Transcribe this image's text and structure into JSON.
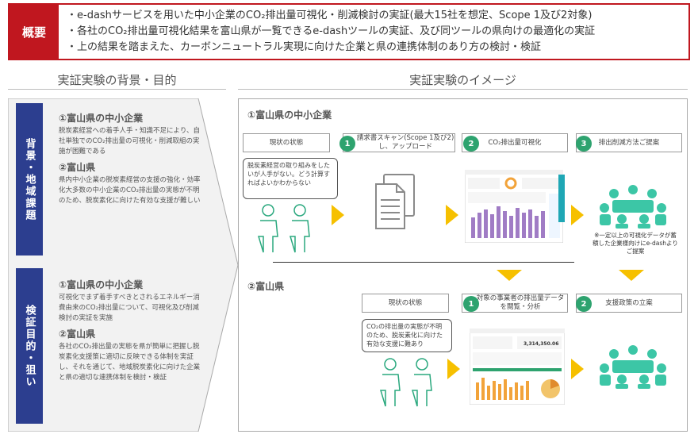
{
  "overview": {
    "tag": "概要",
    "lines": [
      "・e-dashサービスを用いた中小企業のCO₂排出量可視化・削減検討の実証(最大15社を想定、Scope 1及び2対象)",
      "・各社のCO₂排出量可視化結果を富山県が一覧できるe-dashツールの実証、及び同ツールの県向けの最適化の実証",
      "・上の結果を踏まえた、カーボンニュートラル実現に向けた企業と県の連携体制のあり方の検討・検証"
    ]
  },
  "left": {
    "title": "実証実験の背景・目的",
    "sections": [
      {
        "label": "背景・地域課題",
        "items": [
          {
            "heading": "①富山県の中小企業",
            "text": "脱炭素経営への着手人手・知識不足により、自社単独でのCO₂排出量の可視化・削減取組の実施が困難である"
          },
          {
            "heading": "②富山県",
            "text": "県内中小企業の脱炭素経営の支援の強化・効率化大多数の中小企業のCO₂排出量の実態が不明のため、脱炭素化に向けた有効な支援が難しい"
          }
        ]
      },
      {
        "label": "検証目的・狙い",
        "items": [
          {
            "heading": "①富山県の中小企業",
            "text": "可視化でまず着手すべきとされるエネルギー消費由来のCO₂排出量について、可視化及び削減検討の実証を実施"
          },
          {
            "heading": "②富山県",
            "text": "各社のCO₂排出量の実態を県が簡単に把握し脱炭素化支援策に適切に反映できる体制を実証し、それを通じて、地域脱炭素化に向けた企業と県の適切な連携体制を検討・検証"
          }
        ]
      }
    ]
  },
  "right": {
    "title": "実証実験のイメージ",
    "row1": {
      "heading": "①富山県の中小企業",
      "current_state": "現状の状態",
      "steps": [
        {
          "num": "1",
          "label": "請求書スキャン(Scope 1及び2)し、アップロード"
        },
        {
          "num": "2",
          "label": "CO₂排出量可視化"
        },
        {
          "num": "3",
          "label": "排出削減方法ご提案"
        }
      ],
      "bubble": "脱炭素経営の取り組みをしたいが人手がない。どう計算すればよいかわからない",
      "note": "※一定以上の可視化データが蓄積した企業様向けにe-dashよりご提案"
    },
    "row2": {
      "heading": "②富山県",
      "current_state": "現状の状態",
      "steps": [
        {
          "num": "1",
          "label": "対象の事業者の排出量データを閲覧・分析"
        },
        {
          "num": "2",
          "label": "支援政策の立案"
        }
      ],
      "bubble": "CO₂の排出量の実態が不明のため、脱炭素化に向けた有効な支援に難あり",
      "dash_value": "3,314,350.06"
    }
  },
  "colors": {
    "header_red": "#c0171f",
    "label_navy": "#2c3e8f",
    "step_green": "#2ea36f",
    "arrow_yellow": "#f6c000",
    "meeting_teal": "#3cc6a6"
  }
}
